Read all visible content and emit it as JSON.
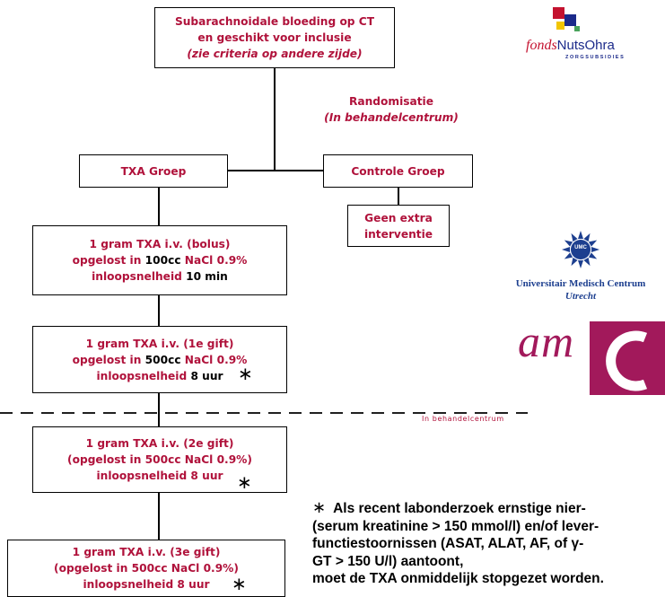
{
  "boxes": {
    "sab": {
      "lines": [
        [
          {
            "text": "Subarachnoidale bloeding op CT",
            "color": "red"
          }
        ],
        [
          {
            "text": "en geschikt voor inclusie",
            "color": "red"
          }
        ],
        [
          {
            "text": "(zie criteria op andere zijde)",
            "color": "red",
            "italic": true
          }
        ]
      ]
    },
    "txa": {
      "lines": [
        [
          {
            "text": "TXA Groep",
            "color": "red"
          }
        ]
      ]
    },
    "controle": {
      "lines": [
        [
          {
            "text": "Controle Groep",
            "color": "red"
          }
        ]
      ]
    },
    "geen": {
      "lines": [
        [
          {
            "text": "Geen extra",
            "color": "red"
          }
        ],
        [
          {
            "text": "interventie",
            "color": "red"
          }
        ]
      ]
    },
    "bolus": {
      "lines": [
        [
          {
            "text": "1 gram TXA i.v. (bolus)",
            "color": "red"
          }
        ],
        [
          {
            "text": "opgelost in ",
            "color": "red"
          },
          {
            "text": "100cc ",
            "color": "black"
          },
          {
            "text": "NaCl 0.9%",
            "color": "red"
          }
        ],
        [
          {
            "text": "inloopsnelheid ",
            "color": "red"
          },
          {
            "text": "10 min",
            "color": "black"
          }
        ]
      ]
    },
    "gift1": {
      "lines": [
        [
          {
            "text": "1 gram TXA i.v. (1e gift)",
            "color": "red"
          }
        ],
        [
          {
            "text": "opgelost in ",
            "color": "red"
          },
          {
            "text": "500cc ",
            "color": "black"
          },
          {
            "text": "NaCl 0.9%",
            "color": "red"
          }
        ],
        [
          {
            "text": "inloopsnelheid ",
            "color": "red"
          },
          {
            "text": "8 uur",
            "color": "black"
          }
        ]
      ]
    },
    "gift2": {
      "lines": [
        [
          {
            "text": "1 gram TXA i.v. (2e gift)",
            "color": "red"
          }
        ],
        [
          {
            "text": "(opgelost in 500cc NaCl 0.9%)",
            "color": "red"
          }
        ],
        [
          {
            "text": "inloopsnelheid 8 uur",
            "color": "red"
          }
        ]
      ]
    },
    "gift3": {
      "lines": [
        [
          {
            "text": "1 gram TXA i.v. (3e gift)",
            "color": "red"
          }
        ],
        [
          {
            "text": "(opgelost in 500cc NaCl 0.9%)",
            "color": "red"
          }
        ],
        [
          {
            "text": "inloopsnelheid 8 uur",
            "color": "red"
          }
        ]
      ]
    }
  },
  "randomisatie": {
    "title": "Randomisatie",
    "subtitle": "(In behandelcentrum)"
  },
  "separator_label": "In behandelcentrum",
  "asterisk": "∗",
  "footnote": {
    "lines": [
      "Als recent labonderzoek ernstige nier-",
      "(serum kreatinine > 150 mmol/l) en/of lever-",
      "functiestoornissen (ASAT, ALAT, AF, of γ-",
      "GT > 150 U/l) aantoont,",
      "moet de TXA onmiddelijk stopgezet worden."
    ]
  },
  "logos": {
    "fonds": {
      "italic": "fonds",
      "name": "NutsOhra",
      "tagline": "ZORGSUBSIDIES"
    },
    "umc": {
      "badge": "UMC",
      "name": "Universitair Medisch Centrum",
      "city": "Utrecht"
    },
    "amc": {
      "text": "am"
    }
  },
  "colors": {
    "red": "#b0123b",
    "black": "#000000",
    "amc_purple": "#a2195b",
    "umc_blue": "#1d3f8f",
    "fonds_red": "#c4122f",
    "fonds_blue": "#1b2a8a",
    "fonds_yellow": "#f2c500",
    "fonds_green": "#4aa35c"
  }
}
